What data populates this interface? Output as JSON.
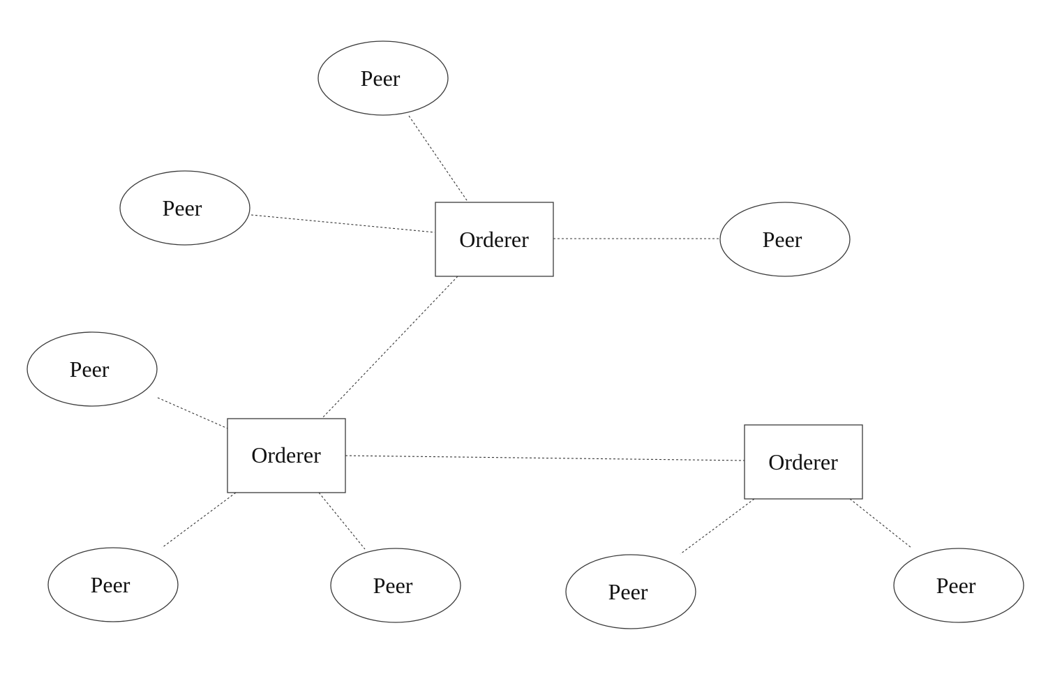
{
  "diagram": {
    "labels": {
      "orderer": "Orderer",
      "peer": "Peer"
    },
    "nodes": [
      {
        "id": "orderer-top",
        "kind": "orderer",
        "label": "Orderer"
      },
      {
        "id": "orderer-left",
        "kind": "orderer",
        "label": "Orderer"
      },
      {
        "id": "orderer-right",
        "kind": "orderer",
        "label": "Orderer"
      },
      {
        "id": "peer-top",
        "kind": "peer",
        "label": "Peer"
      },
      {
        "id": "peer-upper-left",
        "kind": "peer",
        "label": "Peer"
      },
      {
        "id": "peer-upper-right",
        "kind": "peer",
        "label": "Peer"
      },
      {
        "id": "peer-mid-left",
        "kind": "peer",
        "label": "Peer"
      },
      {
        "id": "peer-bottom-left",
        "kind": "peer",
        "label": "Peer"
      },
      {
        "id": "peer-bottom-center",
        "kind": "peer",
        "label": "Peer"
      },
      {
        "id": "peer-bottom-right-a",
        "kind": "peer",
        "label": "Peer"
      },
      {
        "id": "peer-bottom-right-b",
        "kind": "peer",
        "label": "Peer"
      }
    ],
    "edges": [
      {
        "from": "peer-top",
        "to": "orderer-top",
        "style": "dashed"
      },
      {
        "from": "peer-upper-left",
        "to": "orderer-top",
        "style": "dashed"
      },
      {
        "from": "orderer-top",
        "to": "peer-upper-right",
        "style": "dashed"
      },
      {
        "from": "orderer-top",
        "to": "orderer-left",
        "style": "dashed"
      },
      {
        "from": "peer-mid-left",
        "to": "orderer-left",
        "style": "dashed"
      },
      {
        "from": "orderer-left",
        "to": "orderer-right",
        "style": "dashed"
      },
      {
        "from": "orderer-left",
        "to": "peer-bottom-left",
        "style": "dashed"
      },
      {
        "from": "orderer-left",
        "to": "peer-bottom-center",
        "style": "dashed"
      },
      {
        "from": "orderer-right",
        "to": "peer-bottom-right-a",
        "style": "dashed"
      },
      {
        "from": "orderer-right",
        "to": "peer-bottom-right-b",
        "style": "dashed"
      }
    ]
  }
}
